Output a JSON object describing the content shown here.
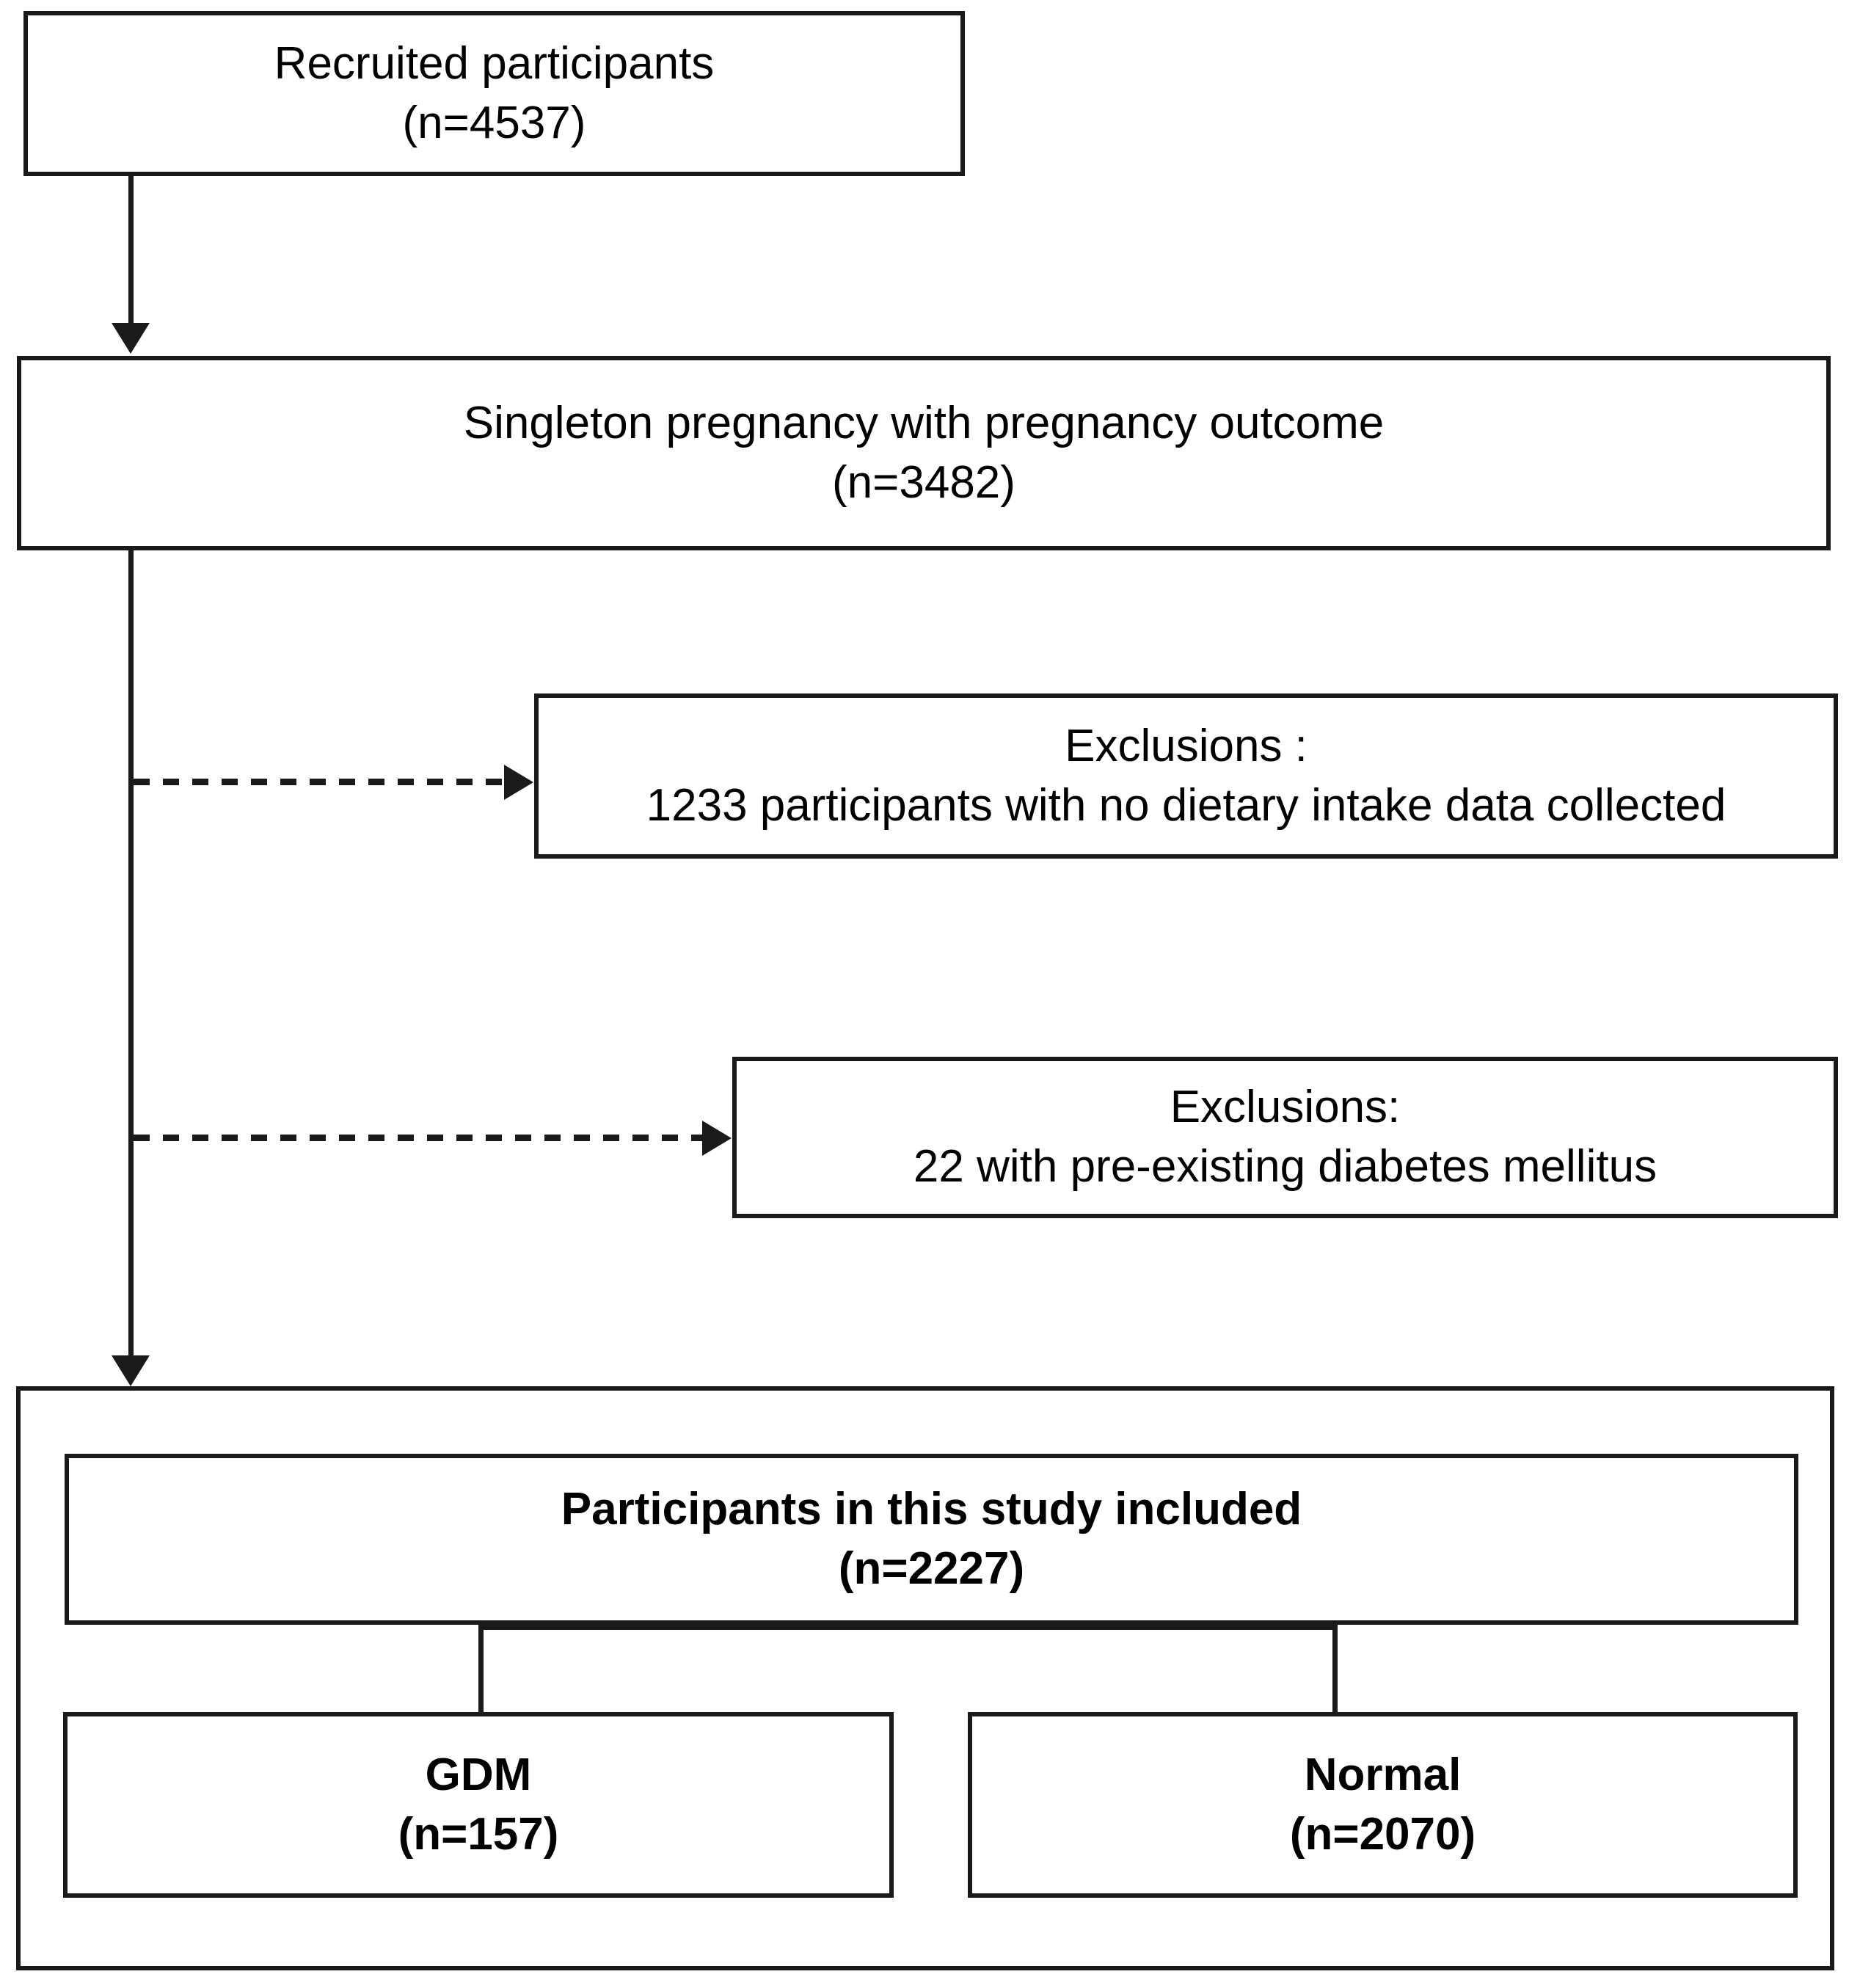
{
  "chart_data": {
    "type": "diagram",
    "diagram_kind": "participant-flow-chart",
    "title": "",
    "nodes": [
      {
        "id": "recruited",
        "label": "Recruited participants",
        "count_label": "(n=4537)",
        "n": 4537,
        "bold": false
      },
      {
        "id": "singleton",
        "label": "Singleton pregnancy with pregnancy outcome",
        "count_label": "(n=3482)",
        "n": 3482,
        "bold": false
      },
      {
        "id": "excl_diet",
        "label": "Exclusions :",
        "count_label": "1233 participants with no dietary intake data collected",
        "n": 1233,
        "bold": false
      },
      {
        "id": "excl_dm",
        "label": "Exclusions:",
        "count_label": "22 with pre-existing diabetes mellitus",
        "n": 22,
        "bold": false
      },
      {
        "id": "included",
        "label": "Participants in this study included",
        "count_label": "(n=2227)",
        "n": 2227,
        "bold": true
      },
      {
        "id": "gdm",
        "label": "GDM",
        "count_label": "(n=157)",
        "n": 157,
        "bold": true
      },
      {
        "id": "normal",
        "label": "Normal",
        "count_label": "(n=2070)",
        "n": 2070,
        "bold": true
      }
    ],
    "edges": [
      {
        "from": "recruited",
        "to": "singleton",
        "style": "solid",
        "direction": "down"
      },
      {
        "from": "singleton",
        "to": "excl_diet",
        "style": "dashed",
        "direction": "right"
      },
      {
        "from": "singleton",
        "to": "excl_dm",
        "style": "dashed",
        "direction": "right"
      },
      {
        "from": "singleton",
        "to": "included",
        "style": "solid",
        "direction": "down"
      },
      {
        "from": "included",
        "to": "gdm",
        "style": "solid",
        "direction": "down"
      },
      {
        "from": "included",
        "to": "normal",
        "style": "solid",
        "direction": "down"
      }
    ],
    "colors": {
      "stroke": "#1a1a1a",
      "fill": "#ffffff",
      "text": "#000000"
    }
  },
  "nodes": {
    "recruited": {
      "title": "Recruited participants",
      "count": "(n=4537)"
    },
    "singleton": {
      "title": "Singleton pregnancy with pregnancy outcome",
      "count": "(n=3482)"
    },
    "exclusion_diet": {
      "title": "Exclusions :",
      "detail": "1233 participants with no dietary intake data collected"
    },
    "exclusion_diabetes": {
      "title": "Exclusions:",
      "detail": "22 with pre-existing diabetes mellitus"
    },
    "included": {
      "title": "Participants in this study included",
      "count": "(n=2227)"
    },
    "gdm": {
      "title": "GDM",
      "count": "(n=157)"
    },
    "normal": {
      "title": "Normal",
      "count": "(n=2070)"
    }
  }
}
